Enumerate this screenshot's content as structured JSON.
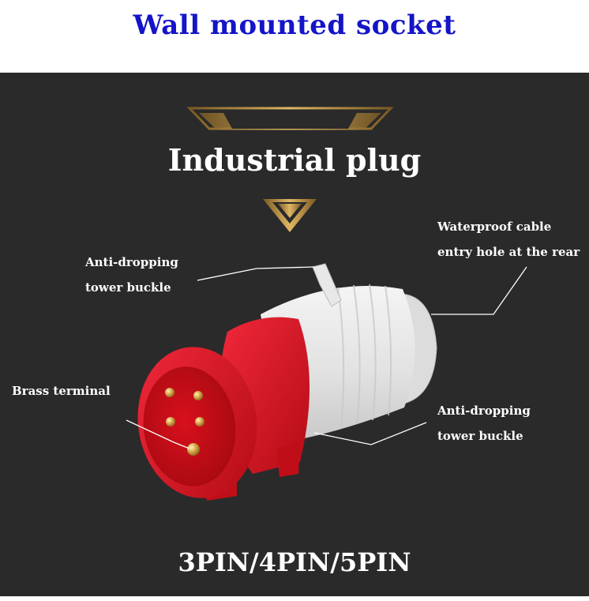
{
  "title": "Wall mounted socket",
  "heading": "Industrial plug",
  "footer": "3PIN/4PIN/5PIN",
  "callouts": {
    "buckle_top": [
      "Anti-dropping",
      "tower buckle"
    ],
    "cable_entry": [
      "Waterproof cable",
      "entry hole at the rear"
    ],
    "brass_terminal": [
      "Brass terminal"
    ],
    "buckle_bottom": [
      "Anti-dropping",
      "tower buckle"
    ]
  },
  "colors": {
    "title_blue": "#1414c8",
    "panel_bg": "#2a2a2a",
    "gold": "#b8893a",
    "plug_red": "#d4141e",
    "plug_white": "#e6e6e6"
  }
}
